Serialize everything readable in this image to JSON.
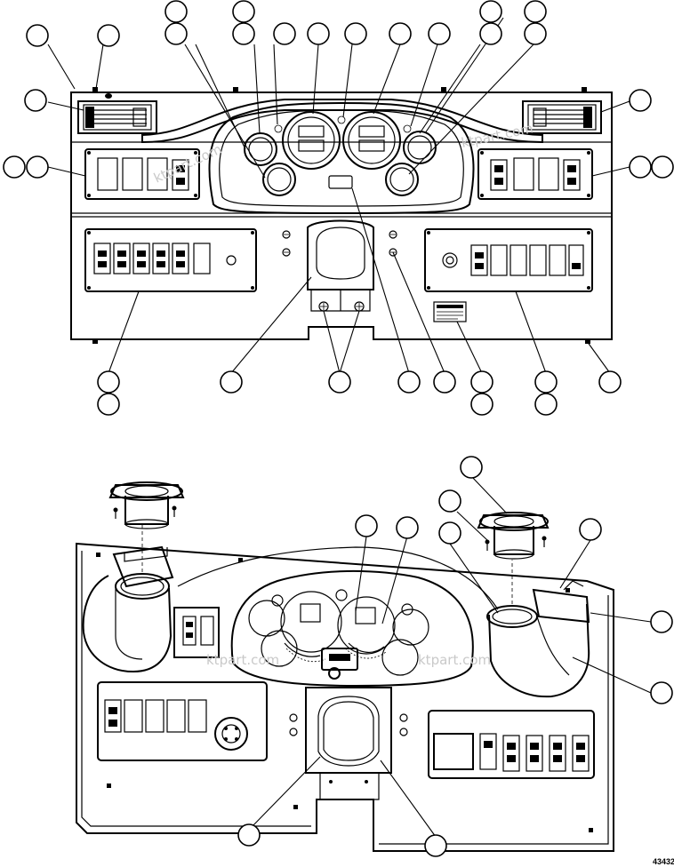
{
  "figure_number": "43432",
  "watermark": "ktpart.com",
  "views": [
    "front-view",
    "rear-view"
  ],
  "callout_count_front": 32,
  "callout_count_rear": 10
}
